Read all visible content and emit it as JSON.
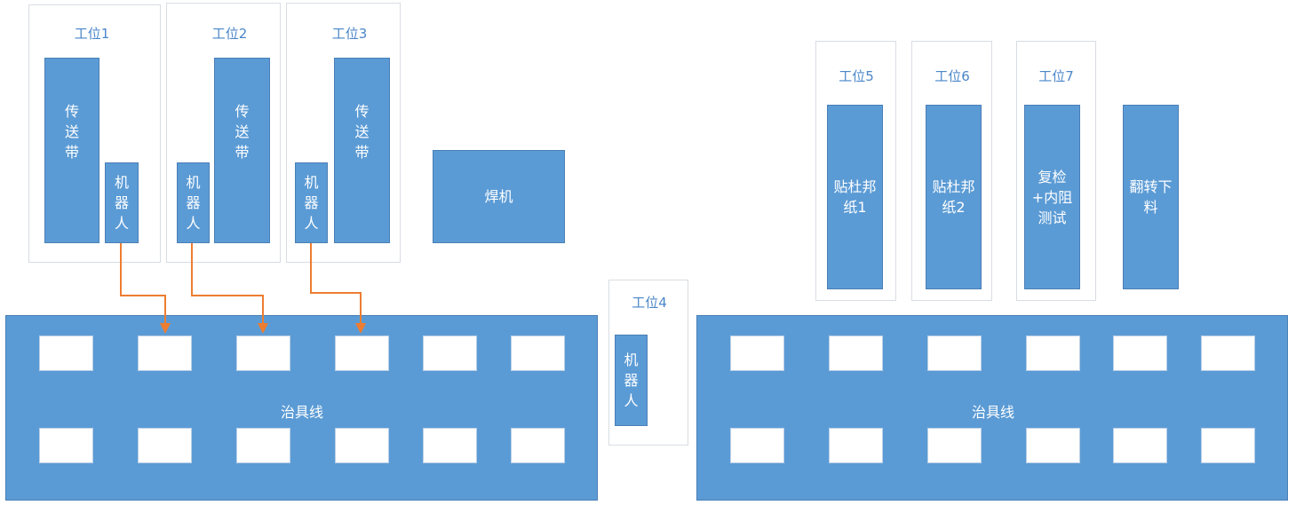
{
  "stations": {
    "s1": {
      "label": "工位1",
      "conveyor": "传送带",
      "robot": "机器人"
    },
    "s2": {
      "label": "工位2",
      "conveyor": "传送带",
      "robot": "机器人"
    },
    "s3": {
      "label": "工位3",
      "conveyor": "传送带",
      "robot": "机器人"
    },
    "s4": {
      "label": "工位4",
      "robot": "机器人"
    },
    "s5": {
      "label": "工位5",
      "machine": "贴杜邦纸1"
    },
    "s6": {
      "label": "工位6",
      "machine": "贴杜邦纸2"
    },
    "s7": {
      "label": "工位7",
      "machine": "复检+内阻测试"
    }
  },
  "welder": "焊机",
  "flip_unload": "翻转下料",
  "fixture_line_left": {
    "label": "治具线"
  },
  "fixture_line_right": {
    "label": "治具线"
  },
  "colors": {
    "block": "#5b9bd5",
    "arrow": "#ed7d31",
    "label": "#4a86c8"
  }
}
